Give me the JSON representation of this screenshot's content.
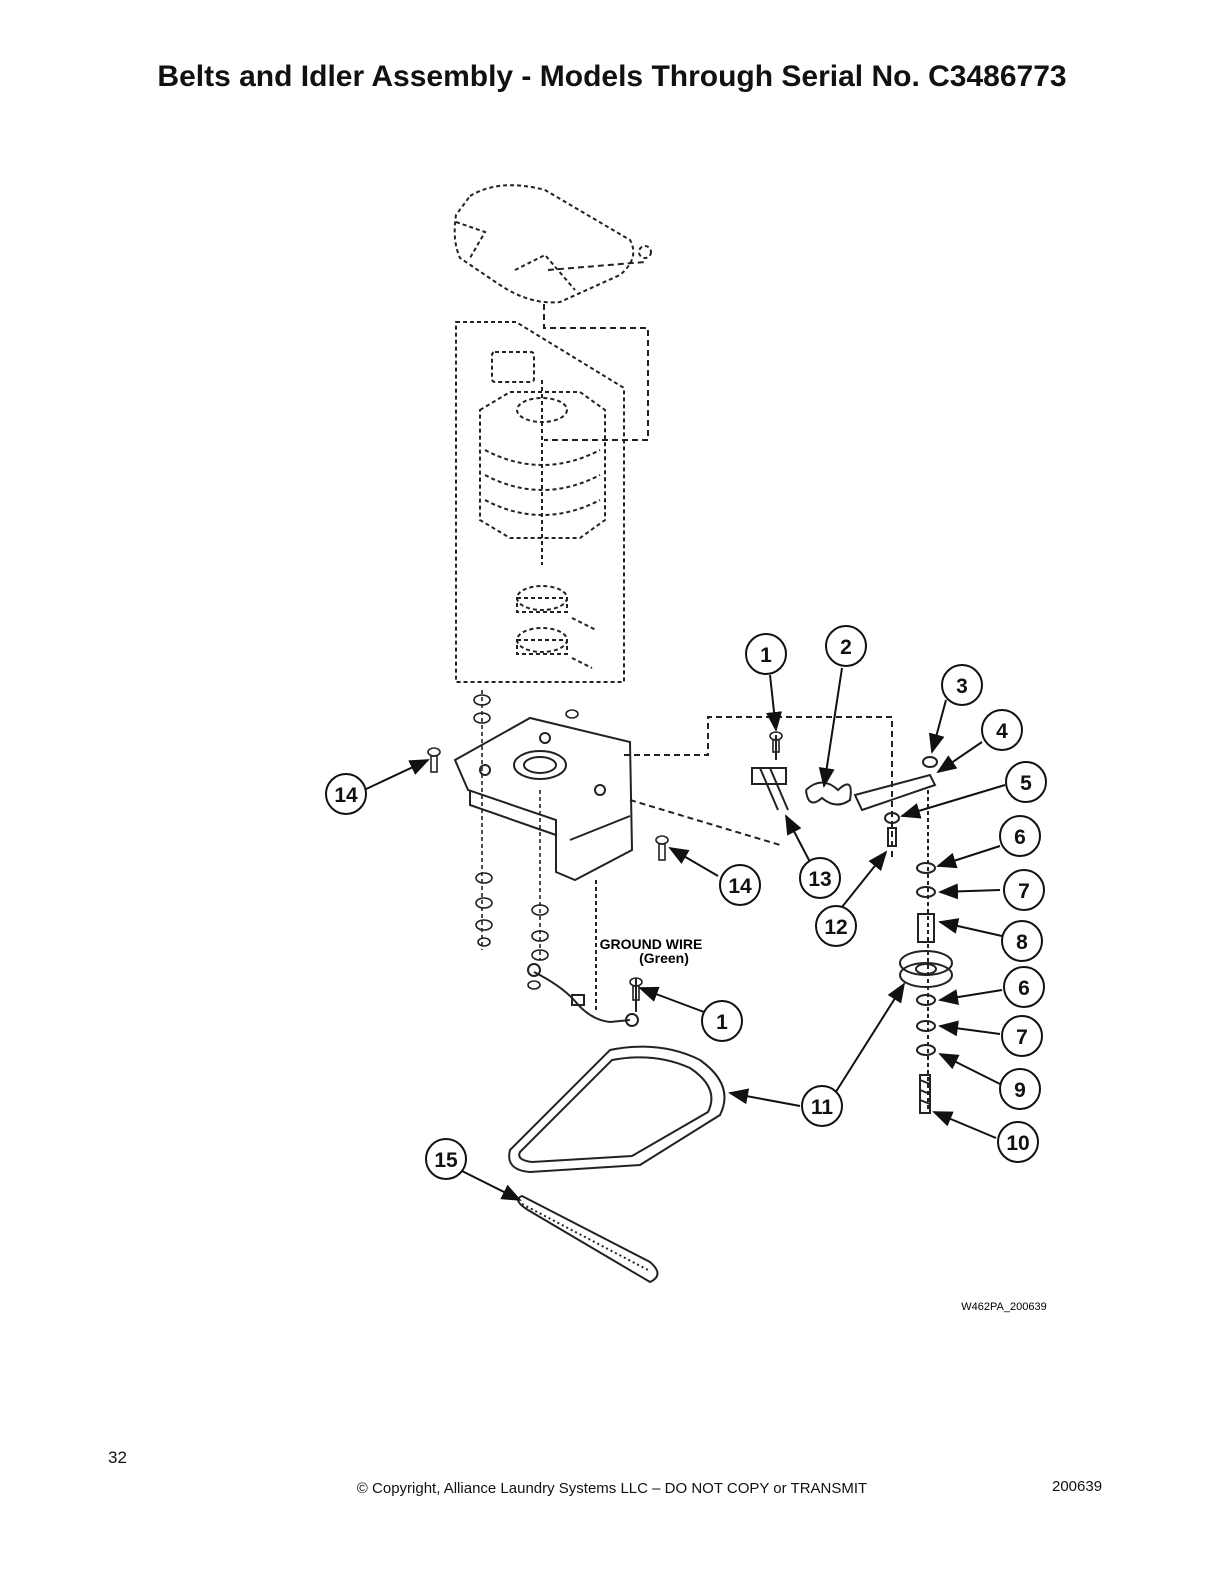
{
  "title": "Belts and Idler Assembly - Models Through Serial No. C3486773",
  "labels": {
    "ground_wire_line1": "GROUND WIRE",
    "ground_wire_line2": "(Green)",
    "drawing_number": "W462PA_200639"
  },
  "callouts": [
    "1",
    "2",
    "3",
    "4",
    "5",
    "6",
    "7",
    "8",
    "6",
    "7",
    "9",
    "10",
    "11",
    "12",
    "13",
    "14",
    "14",
    "1",
    "15"
  ],
  "footer": {
    "page_number": "32",
    "copyright": "© Copyright, Alliance Laundry Systems LLC – DO NOT COPY or TRANSMIT",
    "doc_number": "200639"
  }
}
